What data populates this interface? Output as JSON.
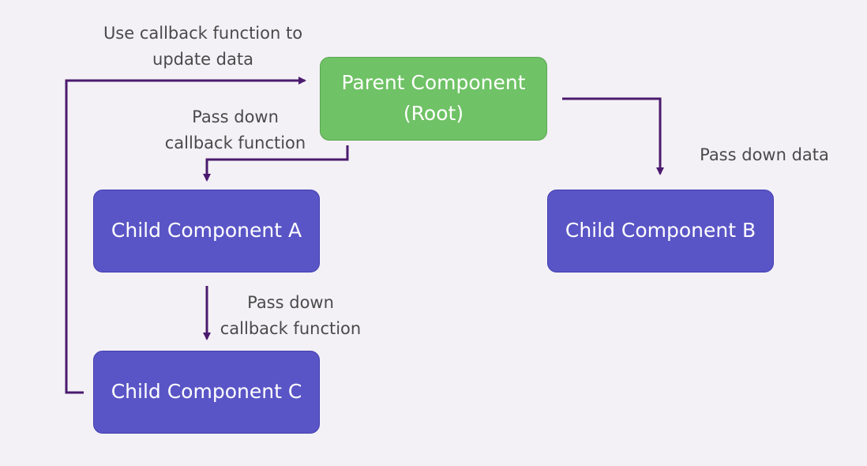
{
  "nodes": {
    "parent": {
      "line1": "Parent Component",
      "line2": "(Root)"
    },
    "child_a": "Child Component A",
    "child_b": "Child Component B",
    "child_c": "Child Component C"
  },
  "edges": {
    "c_to_parent": {
      "line1": "Use callback function to",
      "line2": "update data"
    },
    "parent_to_a": {
      "line1": "Pass down",
      "line2": "callback function"
    },
    "parent_to_b": "Pass down data",
    "a_to_c": {
      "line1": "Pass down",
      "line2": "callback function"
    }
  },
  "colors": {
    "background": "#f3f1f6",
    "parent_fill": "#6fc265",
    "child_fill": "#5a55c6",
    "arrow": "#4b1a6e",
    "text": "#4a4a4a"
  }
}
